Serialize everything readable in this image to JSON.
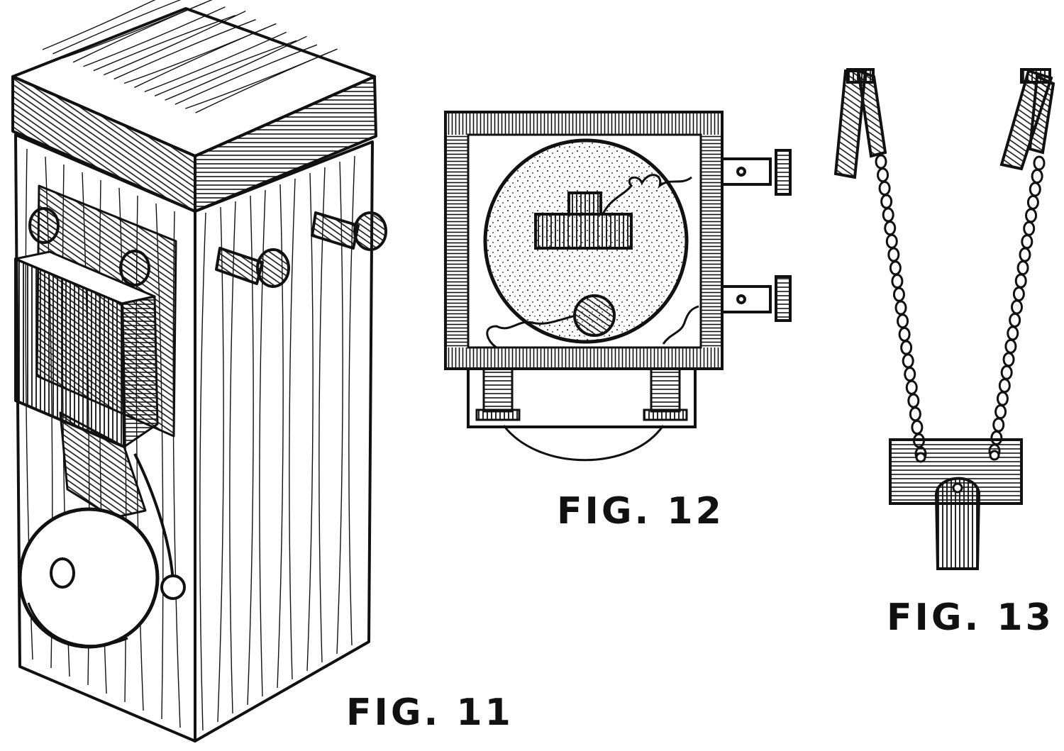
{
  "figures": [
    {
      "id": "fig11",
      "caption": "FIG. 11"
    },
    {
      "id": "fig12",
      "caption": "FIG. 12"
    },
    {
      "id": "fig13",
      "caption": "FIG. 13"
    }
  ],
  "colors": {
    "ink": "#111111",
    "paper": "#ffffff"
  }
}
